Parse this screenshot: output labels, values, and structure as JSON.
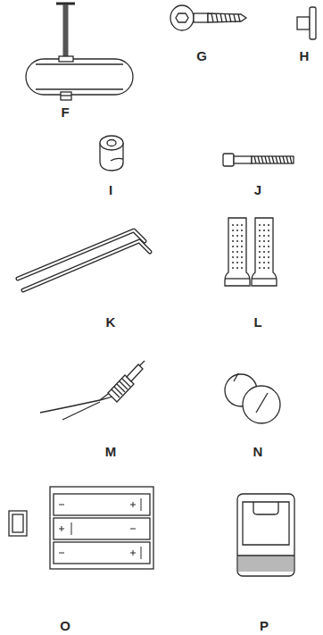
{
  "diagram": {
    "labels": [
      "F",
      "G",
      "H",
      "I",
      "J",
      "K",
      "L",
      "M",
      "N",
      "O",
      "P"
    ]
  }
}
